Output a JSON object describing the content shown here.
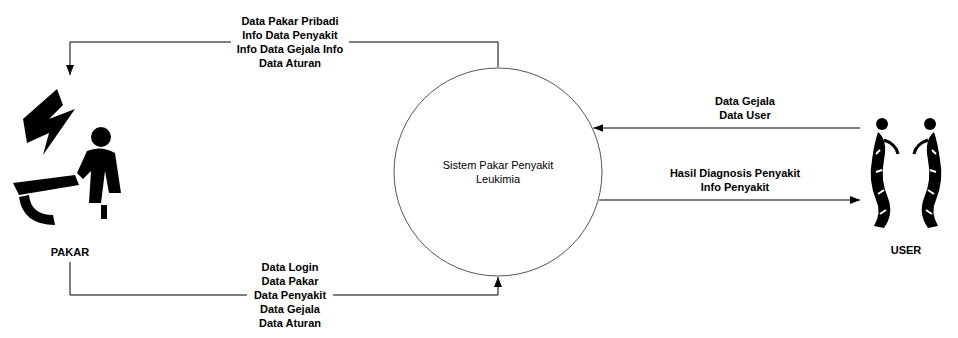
{
  "diagram": {
    "nodes": [
      {
        "text": [
          "PAKAR"
        ]
      },
      {
        "text": [
          "Sistem Pakar Penyakit Leukimia"
        ]
      },
      {
        "text": [
          "USER"
        ]
      }
    ],
    "edges": [
      {
        "from": 1,
        "to": 0,
        "arrow": "to",
        "label": "Data Pakar Pribadi Info Data Penyakit Info Data Gejala Info Data Aturan"
      },
      {
        "from": 0,
        "to": 1,
        "arrow": "to",
        "label": "Data Login Data Pakar Data Penyakit Data Gejala Data Aturan"
      },
      {
        "from": 2,
        "to": 1,
        "arrow": "to",
        "label": "Data Gejala Data User"
      },
      {
        "from": 1,
        "to": 2,
        "arrow": "to",
        "label": "Hasil Diagnosis Penyakit Info Penyakit"
      }
    ]
  }
}
